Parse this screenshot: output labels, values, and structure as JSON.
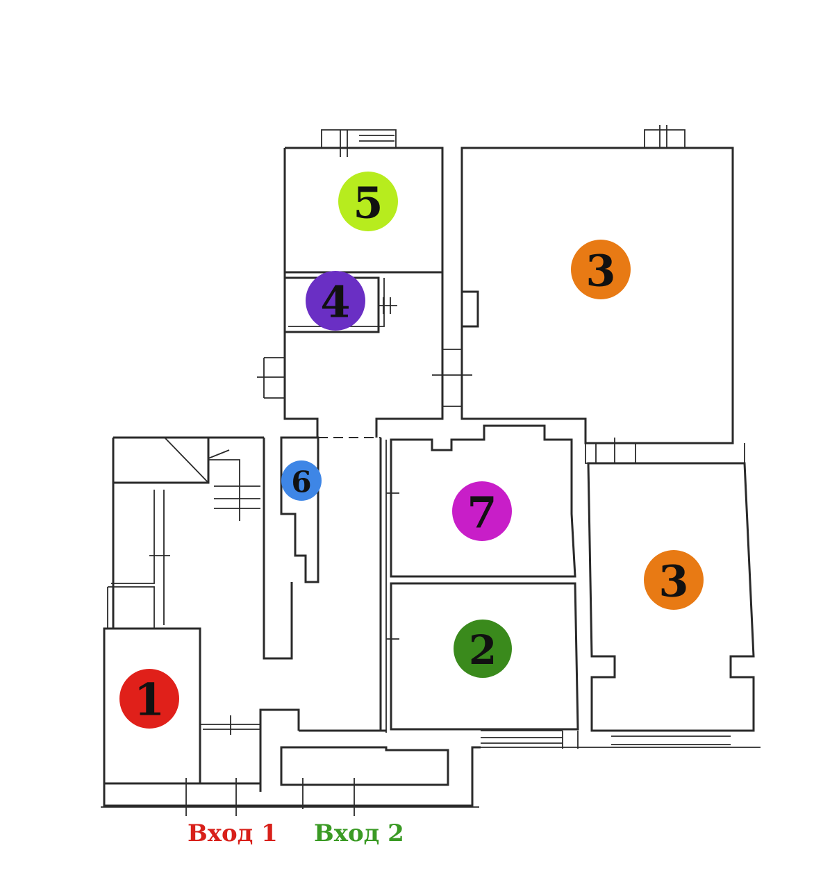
{
  "markers": [
    {
      "id": "room-1",
      "label": "1",
      "color": "#e0201a"
    },
    {
      "id": "room-2",
      "label": "2",
      "color": "#3a8a1c"
    },
    {
      "id": "room-3-upper",
      "label": "3",
      "color": "#e87a14"
    },
    {
      "id": "room-3-lower",
      "label": "3",
      "color": "#e87a14"
    },
    {
      "id": "room-4",
      "label": "4",
      "color": "#6a2fc4"
    },
    {
      "id": "room-5",
      "label": "5",
      "color": "#b7ec1e"
    },
    {
      "id": "room-6",
      "label": "6",
      "color": "#3e86e6"
    },
    {
      "id": "room-7",
      "label": "7",
      "color": "#c81ec8"
    }
  ],
  "entrances": [
    {
      "id": "entrance-1",
      "label": "Вход 1",
      "color": "#d8201a"
    },
    {
      "id": "entrance-2",
      "label": "Вход 2",
      "color": "#3a9a24"
    }
  ]
}
